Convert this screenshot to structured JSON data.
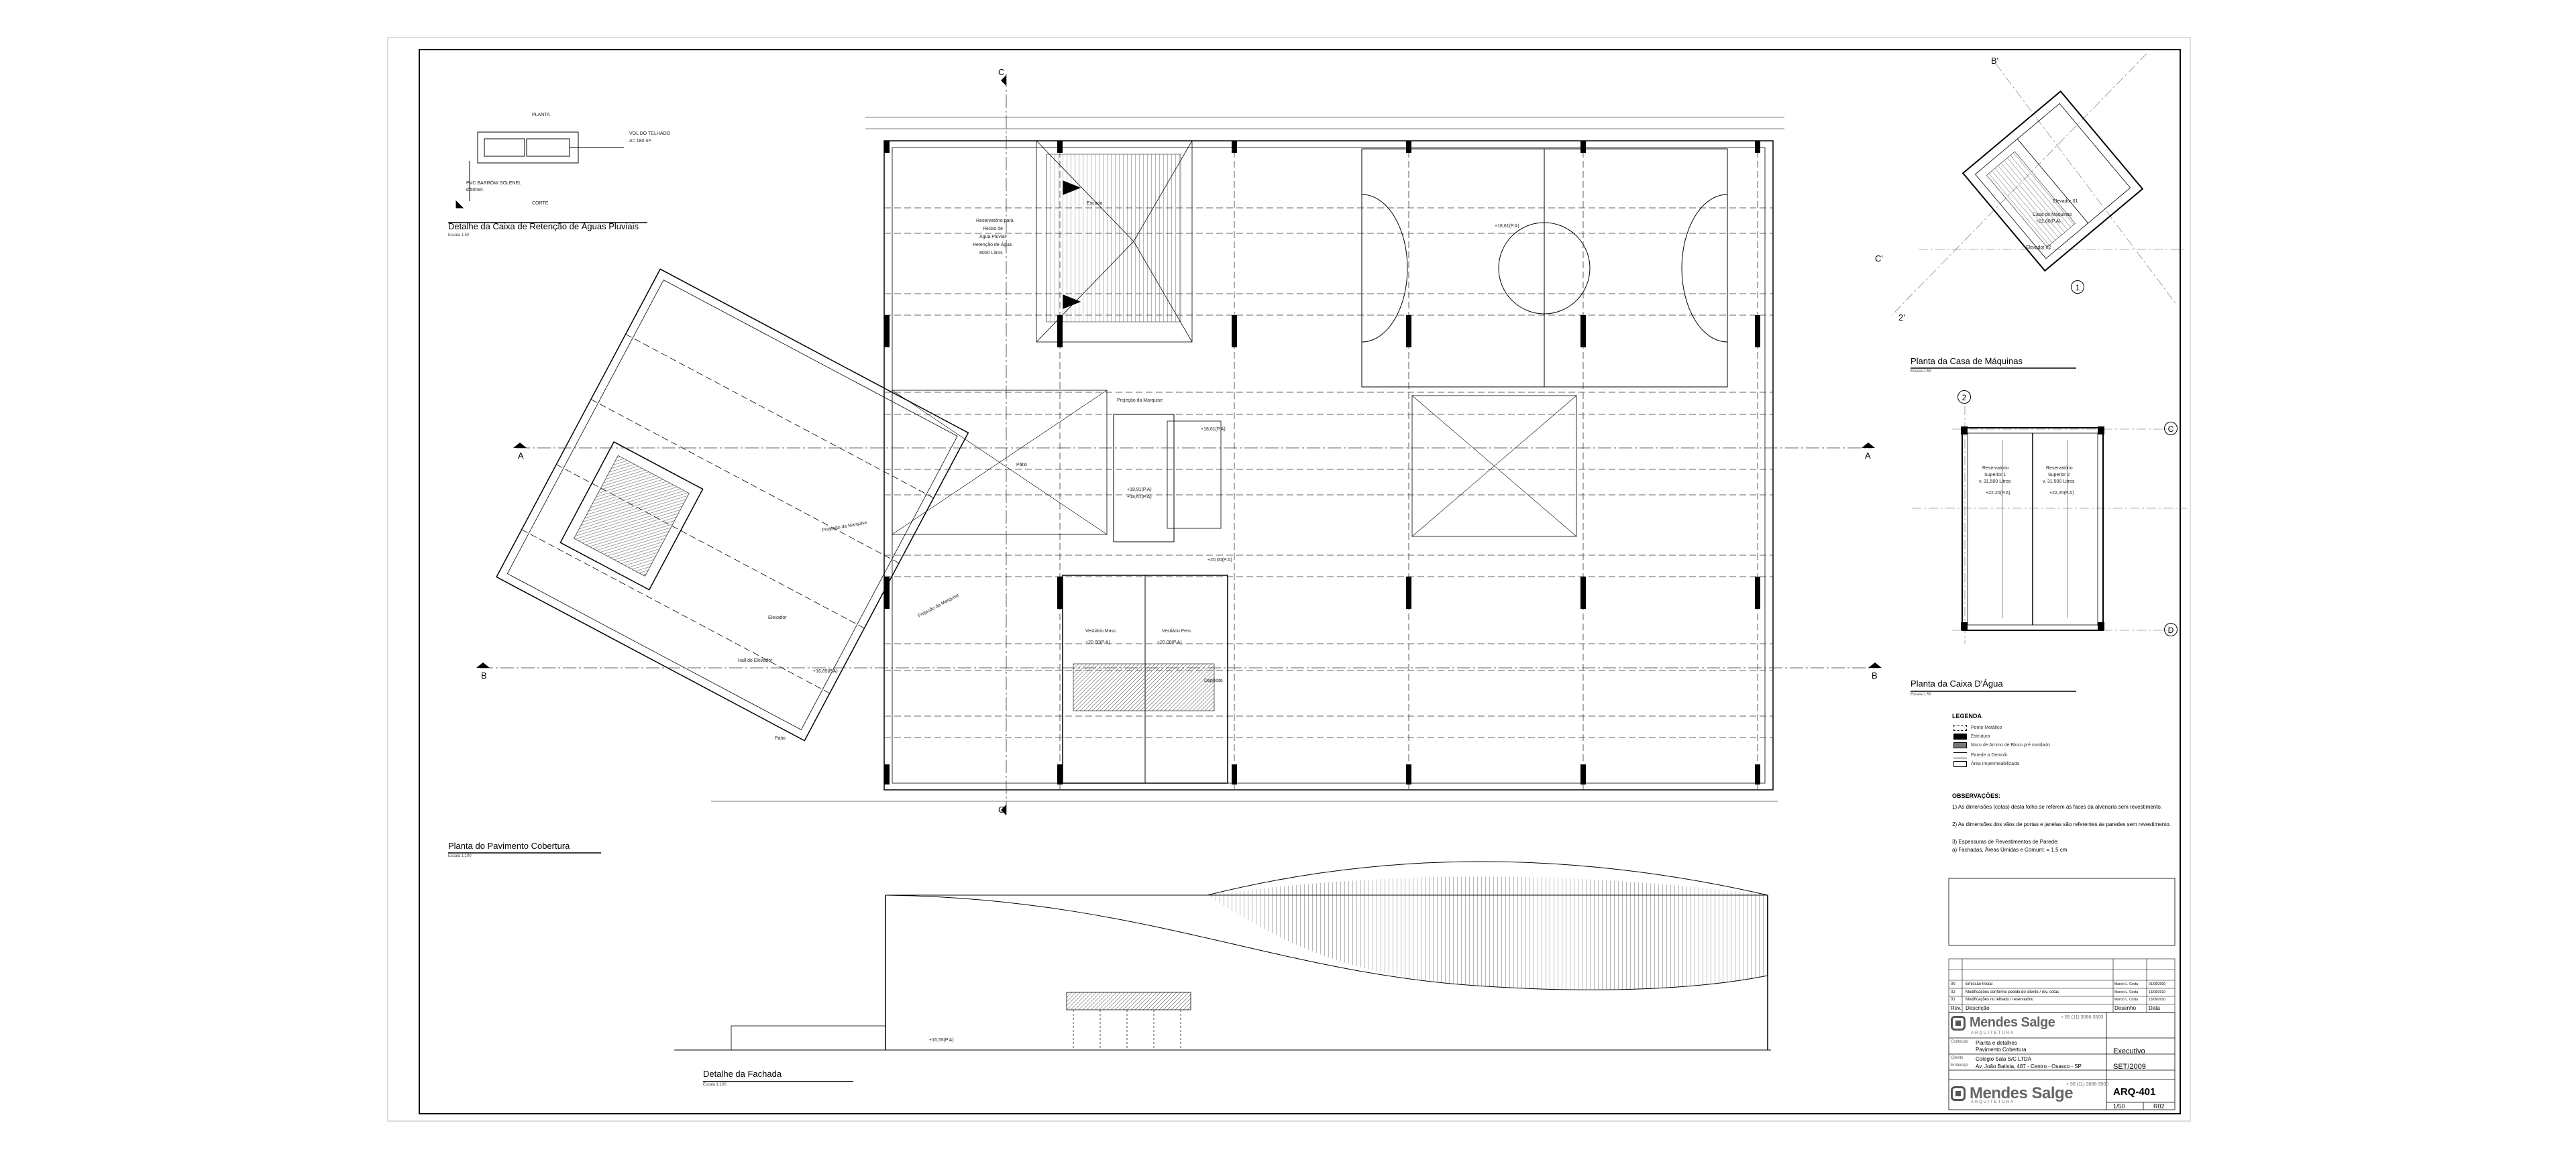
{
  "titles": {
    "caixa_retencao": "Detalhe da Caixa de Retenção de Águas Pluviais",
    "pavimento_cobertura": "Planta do Pavimento Cobertura",
    "fachada": "Detalhe da Fachada",
    "casa_maquinas": "Planta da Casa de Máquinas",
    "caixa_dagua": "Planta da Caixa D'Água"
  },
  "scales": {
    "caixa_retencao": "Escala 1:50",
    "pavimento_cobertura": "Escala 1:100",
    "fachada": "Escala 1:100",
    "casa_maquinas": "Escala 1:50",
    "caixa_dagua": "Escala 1:50"
  },
  "detail_caixa": {
    "planta": "PLANTA",
    "corte": "CORTE",
    "vol": "VOL DO TELHADO",
    "area": "A= 180 m²",
    "pvc": "PVC BARROW SOLENEL",
    "diam": "Ø50mm"
  },
  "plan_notes": {
    "reservatorio": [
      "Reservatório para",
      "Reúso de",
      "Água Pluvial",
      "Retenção de Água",
      "8000 Litros"
    ],
    "projecao_marquise": "Projeção da Marquise",
    "projecao_marquise_2": "Projeção da Marquise",
    "projecao_marquise_3": "Projeção da Marquise",
    "patio": "Pátio",
    "patio_2": "Pátio",
    "escada": "Escada",
    "elevador": "Elevador",
    "hall": "Hall do Elevador",
    "vestiario_masc": "Vestiário Masc.",
    "vestiario_fem": "Vestiário Fem.",
    "deposito": "Depósito"
  },
  "levels": {
    "l1": "+18,61(P.A)",
    "l2": "+18,61(P.A)",
    "l3": "+18,91(P.A)",
    "l4": "+18,61(P.A)",
    "l5": "+20,00(P.A)",
    "l6": "+20,00(P.A)",
    "l7": "+20,00(P.A)",
    "l8": "+16,65(P.A)",
    "maq1": "+22,60(P.A)",
    "agua1": "+22,20(P.A)",
    "agua2": "+22,20(P.A)",
    "fachada": "+16,55(P.A)"
  },
  "cut_markers": {
    "a": "A",
    "b": "B",
    "c": "C",
    "bp": "B'",
    "cp": "C'",
    "two_p": "2'",
    "one": "1",
    "two": "2",
    "C": "C",
    "D": "D"
  },
  "caixa_dagua": {
    "res1": [
      "Reservatório",
      "Superior 1",
      "v. 31.500 Litros"
    ],
    "res2": [
      "Reservatório",
      "Superior 2",
      "v. 31.500 Litros"
    ]
  },
  "casa_maquinas": {
    "elevador1": "Elevador 01",
    "elevador2": "Elevador 02",
    "casa": "Casa de Máquinas"
  },
  "legend": {
    "title": "LEGENDA",
    "items": [
      "Ponto Metálico",
      "Estrutura",
      "Muro de Arrimo de Bloco pré moldado",
      "Parede a Demolir",
      "Área Impermeabilizada"
    ]
  },
  "observacoes": {
    "title": "OBSERVAÇÕES:",
    "items": [
      "1) As dimensões (cotas) desta folha se referem às faces da alvenaria sem revestimento.",
      "2) As dimensões dos vãos de portas e janelas são referentes às paredes sem revestimento.",
      "3) Espessuras de Revestimentos de Parede:",
      "a) Fachadas, Áreas Úmidas e Comum: = 1,5 cm"
    ]
  },
  "revisions": {
    "header": [
      "Rev.",
      "Descrição",
      "Desenho",
      "Data"
    ],
    "rows": [
      [
        "02",
        "Modificações conforme pedido do cliente / rev. cotas",
        "Marcio L. Costa",
        "13/09/2010"
      ],
      [
        "01",
        "Modificações no telhado / reservatório",
        "Marcio L. Costa",
        "13/09/2010"
      ],
      [
        "00",
        "Emissão Inicial",
        "Marcio L. Costa",
        "01/09/2009"
      ]
    ]
  },
  "titleblock": {
    "company": "Mendes Salge",
    "company_sub": "ARQUITETURA",
    "phone": "+ 55 (11) 3086-3500",
    "conteudo_label": "Conteúdo",
    "conteudo": "Planta e detalhes",
    "pavimento": "Pavimento Cobertura",
    "cliente_label": "Cliente",
    "cliente": "Colegio Sala S/C LTDA",
    "endereco_label": "Endereço",
    "endereco": "Av. João Batista, 487 - Centro - Osasco - SP",
    "fase": "Executivo",
    "data": "SET/2009",
    "folha": "ARQ-401",
    "escala": "1/50",
    "rev": "R02"
  }
}
